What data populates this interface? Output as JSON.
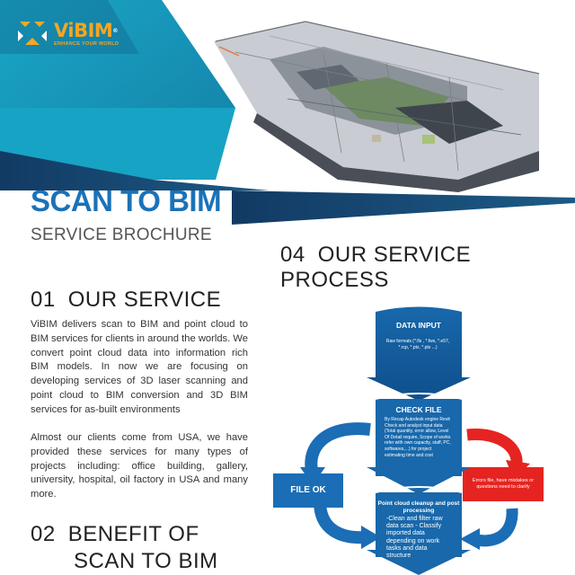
{
  "brand": {
    "name_vi": "Vi",
    "name_bim": "BIM",
    "registered": "®",
    "slogan": "ENHANCE YOUR WORLD"
  },
  "colors": {
    "primary_blue": "#1b72b8",
    "teal": "#1d9bbd",
    "dark_navy": "#16355a",
    "accent_orange": "#f5a623",
    "error_red": "#e52421"
  },
  "hero_image": "point-cloud-building-model",
  "title": "SCAN TO BIM",
  "subtitle": "SERVICE BROCHURE",
  "sections": {
    "service": {
      "number": "01",
      "heading": "OUR SERVICE",
      "paragraphs": [
        "ViBIM delivers scan to BIM and point cloud to BIM services for clients in around the worlds. We convert point cloud data into information rich BIM models. In now we are focusing on developing services of 3D laser scanning and point cloud to BIM conversion and 3D BIM services for as-built environments",
        "Almost our clients come from USA, we have provided these services for many types of projects including: office building, gallery, university, hospital, oil factory in USA and many more."
      ]
    },
    "benefit": {
      "number": "02",
      "heading_line1": "BENEFIT OF",
      "heading_line2": "SCAN TO BIM"
    },
    "process": {
      "number": "04",
      "heading": "OUR SERVICE PROCESS",
      "steps": {
        "data_input": {
          "title": "DATA INPUT",
          "text": "Raw formats (*.fls , *.fws, *.e57, *.rcp, *.ptx, *.pts ...)"
        },
        "check_file": {
          "title": "CHECK FILE",
          "text": "By Recap Autodesk engine Revit Check and analyst input data (Total quantity, error allow, Level Of Detail require, Scope of works refer with own capacity, staff, PC, softwares,...) for project estimating time and cost"
        },
        "cleanup": {
          "title": "Point cloud cleanup and post processing",
          "text": "-Clean and filter raw data scan - Classify imported data depending on work tasks and data structure"
        },
        "file_ok": "FILE OK",
        "errors": "Errors file, have mistakes or questions need to clarify"
      }
    }
  }
}
